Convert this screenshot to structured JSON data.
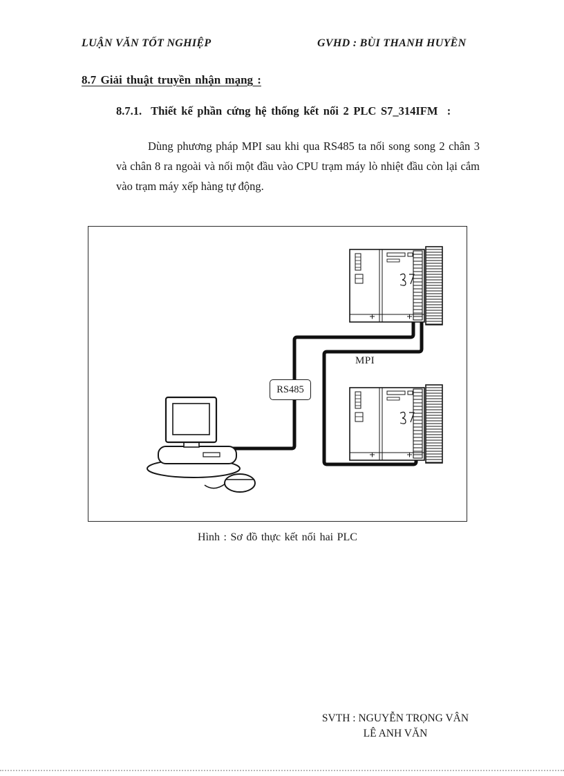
{
  "header": {
    "left": "LUẬN VĂN TỐT NGHIỆP",
    "right": "GVHD : BÙI THANH HUYỀN"
  },
  "section_heading": "8.7 Giải thuật truyền nhận mạng :",
  "subsection_heading": "8.7.1.  Thiết kế phần cứng hệ thống kết nối 2 PLC S7_314IFM  :",
  "body_paragraph": "Dùng phương pháp MPI sau khi qua RS485 ta nối song song 2 chân 3 và chân 8 ra ngoài và nối một đầu vào CPU trạm máy lò nhiệt đầu còn lại cắm vào trạm máy xếp hàng tự động.",
  "figure": {
    "label_mpi": "MPI",
    "label_rs485": "RS485",
    "caption": "Hình : Sơ đồ thực kết nối hai PLC"
  },
  "footer": {
    "line1": "SVTH : NGUYỄN TRỌNG VÂN",
    "line2": "LÊ ANH VĂN"
  },
  "colors": {
    "ink": "#1b1b1b",
    "cable": "#101010"
  }
}
